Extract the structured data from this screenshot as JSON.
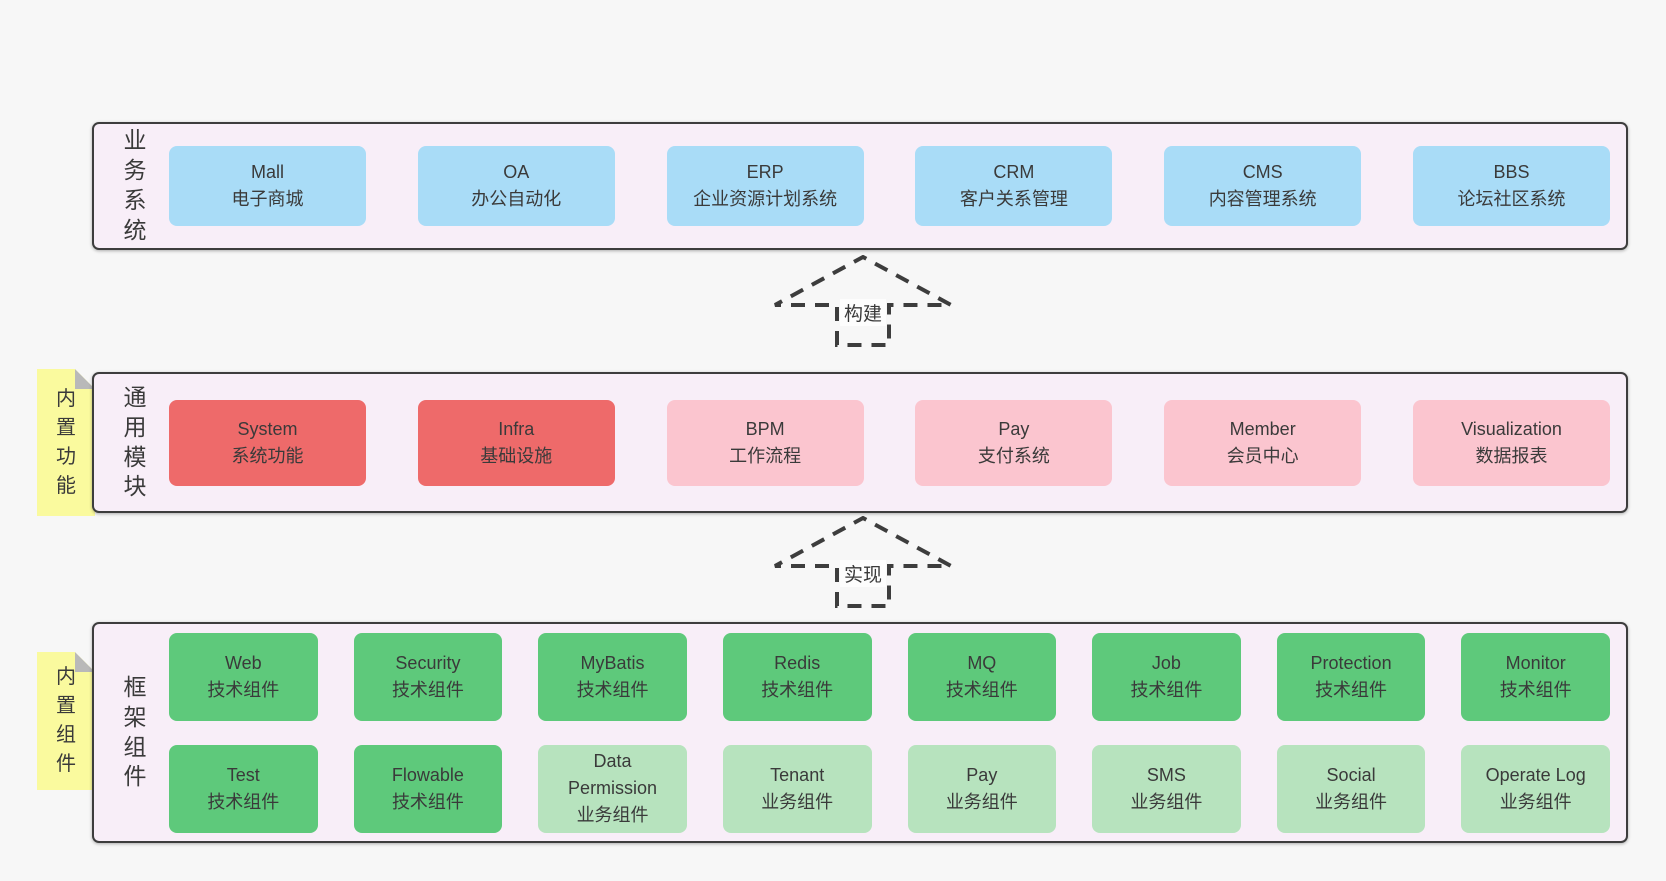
{
  "page": {
    "background": "#f7f7f7"
  },
  "colors": {
    "layer_background": "#f8eef8",
    "layer_border": "#3d3d3d",
    "blue_box": "#a9dcf7",
    "red_box": "#ee6a6a",
    "pink_box": "#fbc5cf",
    "green_box": "#5ec97b",
    "light_green_box": "#b7e3be",
    "sticky_note": "#fafa9e",
    "sticky_fold": "#b9b9b9"
  },
  "arrows": [
    {
      "label": "构建"
    },
    {
      "label": "实现"
    }
  ],
  "layers": [
    {
      "label": "业务系统",
      "boxes": [
        {
          "name": "Mall",
          "desc": "电子商城"
        },
        {
          "name": "OA",
          "desc": "办公自动化"
        },
        {
          "name": "ERP",
          "desc": "企业资源计划系统"
        },
        {
          "name": "CRM",
          "desc": "客户关系管理"
        },
        {
          "name": "CMS",
          "desc": "内容管理系统"
        },
        {
          "name": "BBS",
          "desc": "论坛社区系统"
        }
      ]
    },
    {
      "label": "通用模块",
      "sticky": "内置功能",
      "boxes": [
        {
          "name": "System",
          "desc": "系统功能"
        },
        {
          "name": "Infra",
          "desc": "基础设施"
        },
        {
          "name": "BPM",
          "desc": "工作流程"
        },
        {
          "name": "Pay",
          "desc": "支付系统"
        },
        {
          "name": "Member",
          "desc": "会员中心"
        },
        {
          "name": "Visualization",
          "desc": "数据报表"
        }
      ]
    },
    {
      "label": "框架组件",
      "sticky": "内置组件",
      "boxes": [
        {
          "name": "Web",
          "desc": "技术组件"
        },
        {
          "name": "Security",
          "desc": "技术组件"
        },
        {
          "name": "MyBatis",
          "desc": "技术组件"
        },
        {
          "name": "Redis",
          "desc": "技术组件"
        },
        {
          "name": "MQ",
          "desc": "技术组件"
        },
        {
          "name": "Job",
          "desc": "技术组件"
        },
        {
          "name": "Protection",
          "desc": "技术组件"
        },
        {
          "name": "Monitor",
          "desc": "技术组件"
        },
        {
          "name": "Test",
          "desc": "技术组件"
        },
        {
          "name": "Flowable",
          "desc": "技术组件"
        },
        {
          "name": "Data Permission",
          "desc": "业务组件"
        },
        {
          "name": "Tenant",
          "desc": "业务组件"
        },
        {
          "name": "Pay",
          "desc": "业务组件"
        },
        {
          "name": "SMS",
          "desc": "业务组件"
        },
        {
          "name": "Social",
          "desc": "业务组件"
        },
        {
          "name": "Operate Log",
          "desc": "业务组件"
        }
      ]
    }
  ]
}
